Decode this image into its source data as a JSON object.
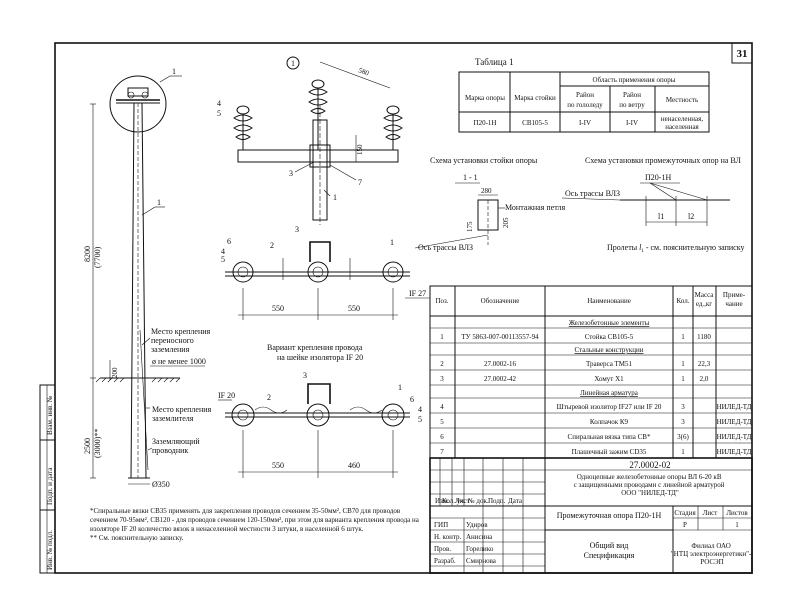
{
  "sheet": {
    "page_number": "31"
  },
  "left_drawing": {
    "callout": "1",
    "dim_height": "8200",
    "dim_height_alt": "(7700)",
    "dim_ground": "2500",
    "dim_ground_alt": "(3000)**",
    "dim_200": "200",
    "dia_350": "Ø350",
    "label_mount_ground": "Место крепления переносного заземления",
    "label_min_1000": "ø не менее 1000",
    "label_mount_earth": "Место крепления заземлителя",
    "label_earth_conductor": "Заземляющий проводник"
  },
  "center_drawing": {
    "view_number": "1",
    "dim_580": "580",
    "dim_150": "150",
    "dim_550a": "550",
    "dim_550b": "550",
    "dim_550c": "550",
    "dim_460": "460",
    "label_if27": "IF 27",
    "label_if20": "IF 20",
    "variant_caption": "Вариант крепления провода на шейке изолятора IF 20",
    "callouts": [
      "1",
      "2",
      "3",
      "4",
      "5",
      "6",
      "7"
    ]
  },
  "table1": {
    "title": "Таблица 1",
    "col_mark": "Марка опоры",
    "col_post": "Марка стойки",
    "col_area": "Область применения опоры",
    "col_ice": "Район по гололеду",
    "col_wind": "Район по ветру",
    "col_terrain": "Местность",
    "row": {
      "mark": "П20-1Н",
      "post": "СВ105-5",
      "ice": "I-IV",
      "wind": "I-IV",
      "terrain": "ненаселенная, населенная"
    }
  },
  "schemes": {
    "install_post": "Схема установки стойки опоры",
    "section": "1 - 1",
    "dim_280": "280",
    "dim_175": "175",
    "dim_205": "205",
    "mount_loop": "Монтажная петля",
    "vlz_axis_1": "Ось трассы ВЛЗ",
    "install_intermediate": "Схема установки промежуточных опор на ВЛ",
    "support_mark": "П20-1Н",
    "vlz_axis_2": "Ось трассы ВЛЗ",
    "l1": "l1",
    "l2": "l2",
    "spans_note": "Пролеты",
    "spans_note_rest": "- см. пояснительную записку"
  },
  "spec": {
    "headers": {
      "pos": "Поз.",
      "designation": "Обозначение",
      "name": "Наименование",
      "qty": "Кол.",
      "mass": "Масса ед.,кг",
      "note": "Приме-чание"
    },
    "sections": {
      "concrete": "Железобетонные элементы",
      "steel": "Стальные конструкции",
      "fittings": "Линейная арматура"
    },
    "rows": [
      {
        "pos": "1",
        "designation": "ТУ 5863-007-00113557-94",
        "name": "Стойка СВ105-5",
        "qty": "1",
        "mass": "1180",
        "note": ""
      },
      {
        "pos": "2",
        "designation": "27.0002-16",
        "name": "Траверса ТМ51",
        "qty": "1",
        "mass": "22,3",
        "note": ""
      },
      {
        "pos": "3",
        "designation": "27.0002-42",
        "name": "Хомут Х1",
        "qty": "1",
        "mass": "2,0",
        "note": ""
      },
      {
        "pos": "4",
        "designation": "",
        "name": "Штыревой изолятор IF27 или IF 20",
        "qty": "3",
        "mass": "",
        "note": "НИЛЕД-ТД"
      },
      {
        "pos": "5",
        "designation": "",
        "name": "Колпачок К9",
        "qty": "3",
        "mass": "",
        "note": "НИЛЕД-ТД"
      },
      {
        "pos": "6",
        "designation": "",
        "name": "Спиральная вязка типа СВ*",
        "qty": "3(6)",
        "mass": "",
        "note": "НИЛЕД-ТД"
      },
      {
        "pos": "7",
        "designation": "",
        "name": "Плашечный зажим CD35",
        "qty": "1",
        "mass": "",
        "note": "НИЛЕД-ТД"
      }
    ]
  },
  "stamp": {
    "code": "27.0002-02",
    "title": "Одноцепные железобетонные опоры ВЛ 6-20 кВ с защищенными проводами с линейной арматурой ООО \"НИЛЕД-ТД\"",
    "drawing_name": "Промежуточная опора П20-1Н",
    "stage_label": "Стадия",
    "sheet_label": "Лист",
    "sheets_label": "Листов",
    "stage": "Р",
    "sheets": "1",
    "view_title_1": "Общий вид",
    "view_title_2": "Спецификация",
    "org": "Филиал ОАО \"НТЦ электроэнергетики\"- РОСЭП",
    "change_cols": [
      "Изм.",
      "Кол. уч.",
      "Лист",
      "№ док.",
      "Подп.",
      "Дата"
    ],
    "people": [
      {
        "role": "ГИП",
        "name": "Удиров"
      },
      {
        "role": "Н. контр.",
        "name": "Анисина"
      },
      {
        "role": "Пров.",
        "name": "Горелико"
      },
      {
        "role": "Разраб.",
        "name": "Смирнова"
      }
    ]
  },
  "side_stamp": {
    "inv_podl": "Инв. № подл.",
    "podp_data": "Подп. и дата",
    "vzam_inv": "Взам. инв. №"
  },
  "footnotes": {
    "note1": "*Спиральные вязки СВ35 применять для закрепления проводов сечением 35-50мм², СВ70 для проводов сечением 70-95мм², СВ120 - для проводов сечением 120-150мм², при этом для варианта крепления провода на изоляторе IF 20 количество вязок в ненаселенной местности 3 штуки, в населенной 6 штук.",
    "note2": "** См. пояснительную записку."
  }
}
